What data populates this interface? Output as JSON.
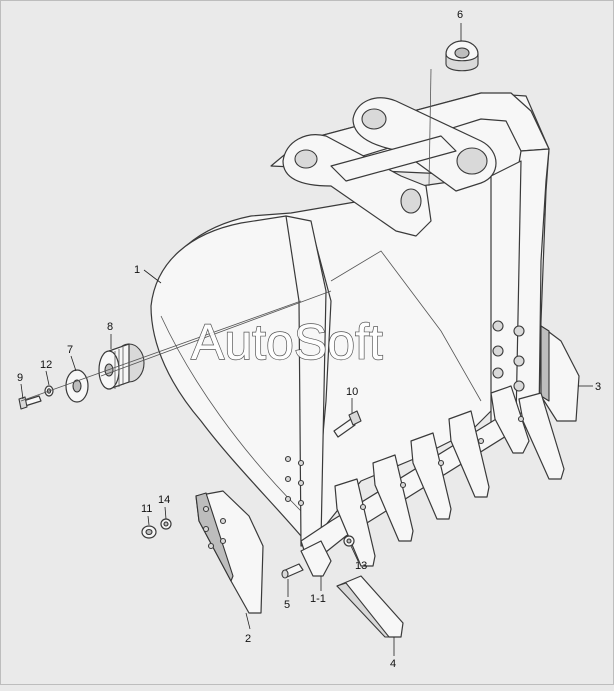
{
  "watermark": "AutoSoft",
  "callouts": {
    "c1": "1",
    "c1_1": "1-1",
    "c2": "2",
    "c3": "3",
    "c4": "4",
    "c5": "5",
    "c6": "6",
    "c7": "7",
    "c8": "8",
    "c9": "9",
    "c10": "10",
    "c11": "11",
    "c12": "12",
    "c13": "13",
    "c14": "14"
  },
  "colors": {
    "background": "#eaeaea",
    "line": "#3a3a3a"
  }
}
